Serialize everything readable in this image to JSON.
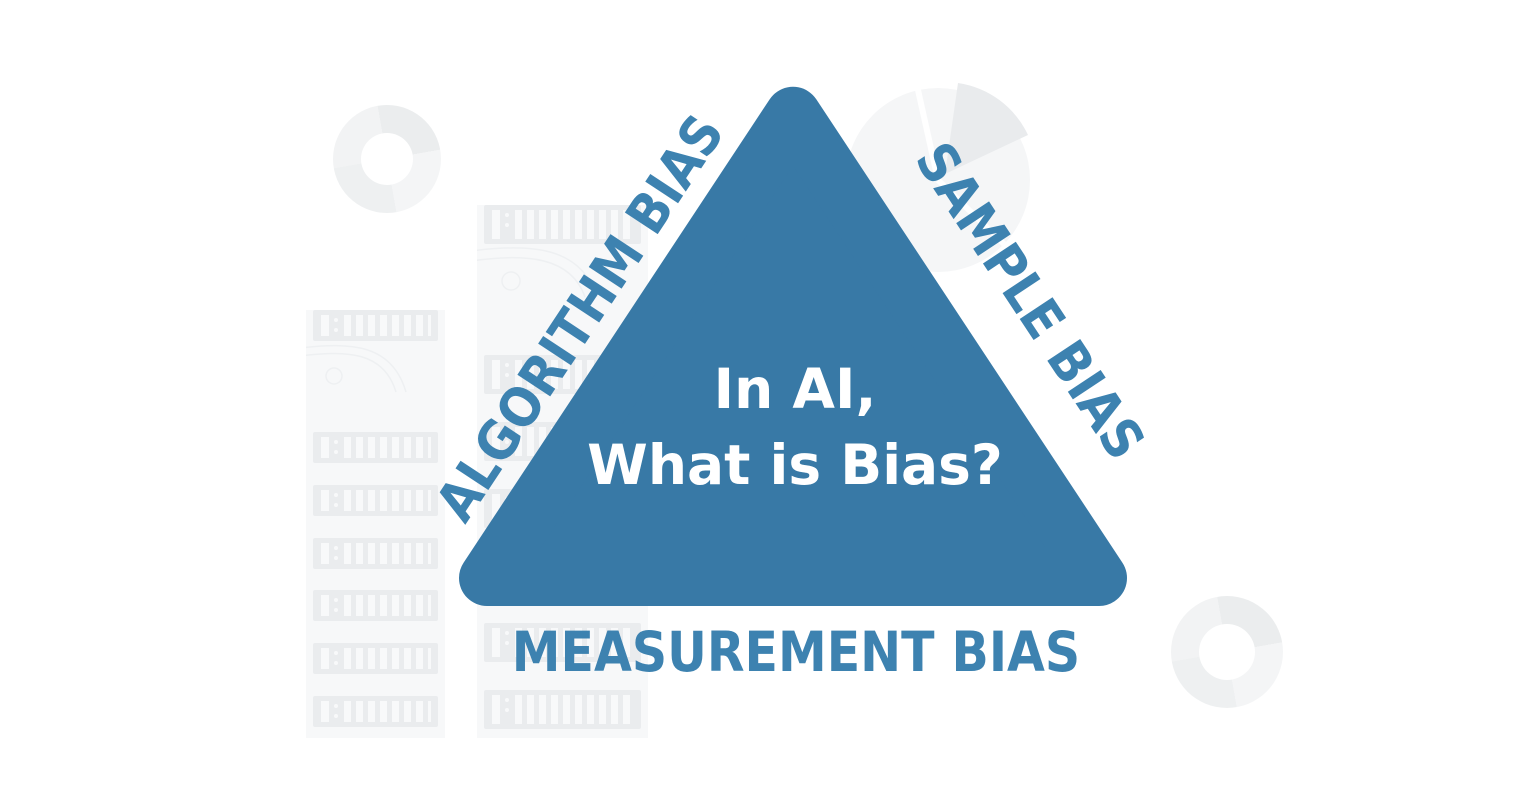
{
  "diagram": {
    "title": {
      "line1": "In AI,",
      "line2": "What is Bias?"
    },
    "edge_labels": {
      "left": "ALGORITHM BIAS",
      "right": "SAMPLE BIAS",
      "bottom": "MEASUREMENT BIAS"
    },
    "colors": {
      "triangle_fill": "#3879a6",
      "edge_label_text": "#3d82b0",
      "title_text": "#ffffff",
      "background": "#ffffff",
      "decoration_gray": "#eaecee"
    },
    "shape": "rounded-corner triangle"
  },
  "background_decorations": {
    "icons": [
      {
        "name": "donut-chart-icon",
        "position": "top-left"
      },
      {
        "name": "pie-chart-icon",
        "position": "top-right"
      },
      {
        "name": "server-rack-icon",
        "position": "left"
      },
      {
        "name": "server-rack-icon",
        "position": "center-left"
      },
      {
        "name": "donut-chart-icon",
        "position": "bottom-right"
      }
    ]
  }
}
